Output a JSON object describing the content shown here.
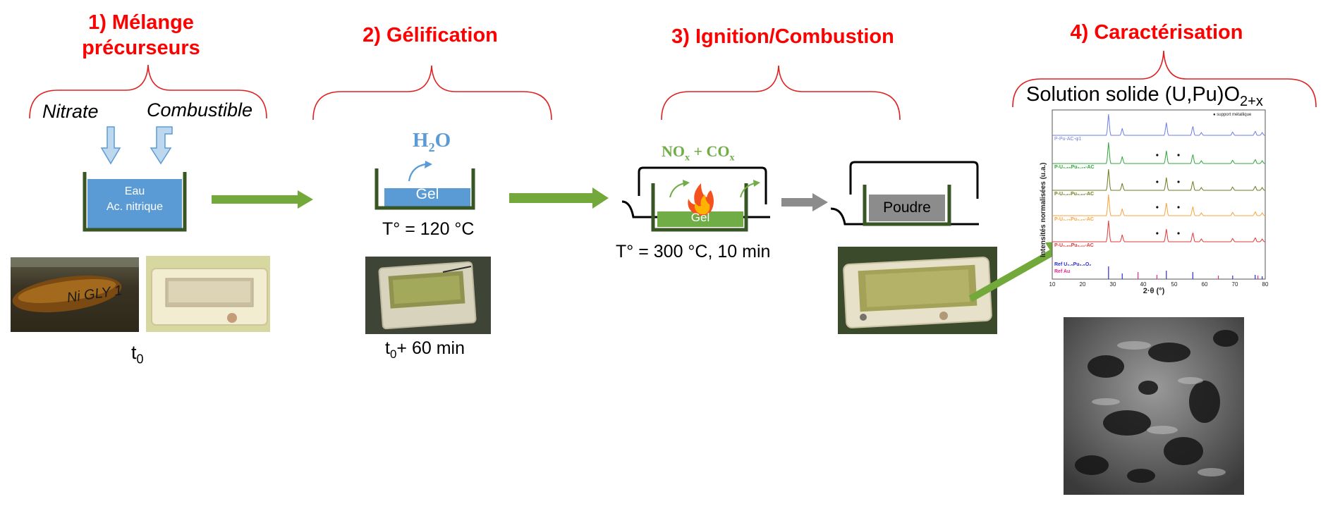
{
  "steps": [
    {
      "title_line1": "1) Mélange",
      "title_line2": "précurseurs"
    },
    {
      "title": "2) Gélification"
    },
    {
      "title": "3) Ignition/Combustion"
    },
    {
      "title": "4) Caractérisation"
    }
  ],
  "step1": {
    "input_left": "Nitrate",
    "input_right": "Combustible",
    "beaker_line1": "Eau",
    "beaker_line2": "Ac. nitrique",
    "photo_label": "Ni GLY 1",
    "time_base": "t",
    "time_sub": "0"
  },
  "step2": {
    "vapor_main": "H",
    "vapor_sub": "2",
    "vapor_end": "O",
    "gel_label": "Gel",
    "temperature": "T° = 120 °C",
    "time_base": "t",
    "time_sub": "0",
    "time_rest": "+ 60 min"
  },
  "step3": {
    "gas_nox": "NO",
    "gas_nox_sub": "x",
    "gas_plus": " + ",
    "gas_cox": "CO",
    "gas_cox_sub": "x",
    "gel_label": "Gel",
    "powder_label": "Poudre",
    "condition": "T° = 300 °C, 10 min"
  },
  "step4": {
    "solution_text": "Solution solide (U,Pu)O",
    "solution_sub": "2+x",
    "xrd": {
      "ylabel": "Intensités normalisées (u.a.)",
      "xlabel": "2·θ (°)",
      "xticks": [
        "10",
        "20",
        "30",
        "40",
        "50",
        "60",
        "70",
        "80"
      ],
      "legend_note": "● support métallique",
      "ref1": "Ref U₀.₅Pu₀.₅O₂",
      "ref2": "Ref Au",
      "series": [
        {
          "name": "P-Pu-AC-φ1",
          "color": "#6f7fe0"
        },
        {
          "name": "P-U₀.₅₅Pu₀.₄₅-AC",
          "color": "#2fa83a"
        },
        {
          "name": "P-U₀.₆₇Pu₀.₃₃-AC",
          "color": "#6b7d1f"
        },
        {
          "name": "P-U₀.₇₅Pu₀.₂₅-AC",
          "color": "#f7a340"
        },
        {
          "name": "P-U₀.₈₉Pu₀.₁₁-AC",
          "color": "#e23a3a"
        }
      ]
    }
  },
  "colors": {
    "title_red": "#ff0000",
    "brace_red": "#e02020",
    "arrow_green": "#72a93a",
    "arrow_gray": "#8c8c8c",
    "beaker_green": "#375623",
    "water_blue": "#5b9bd5",
    "gel_green": "#70ad47",
    "powder_gray": "#8c8c8c",
    "vapor_blue": "#5b9bd5",
    "gas_green": "#70ad47"
  }
}
